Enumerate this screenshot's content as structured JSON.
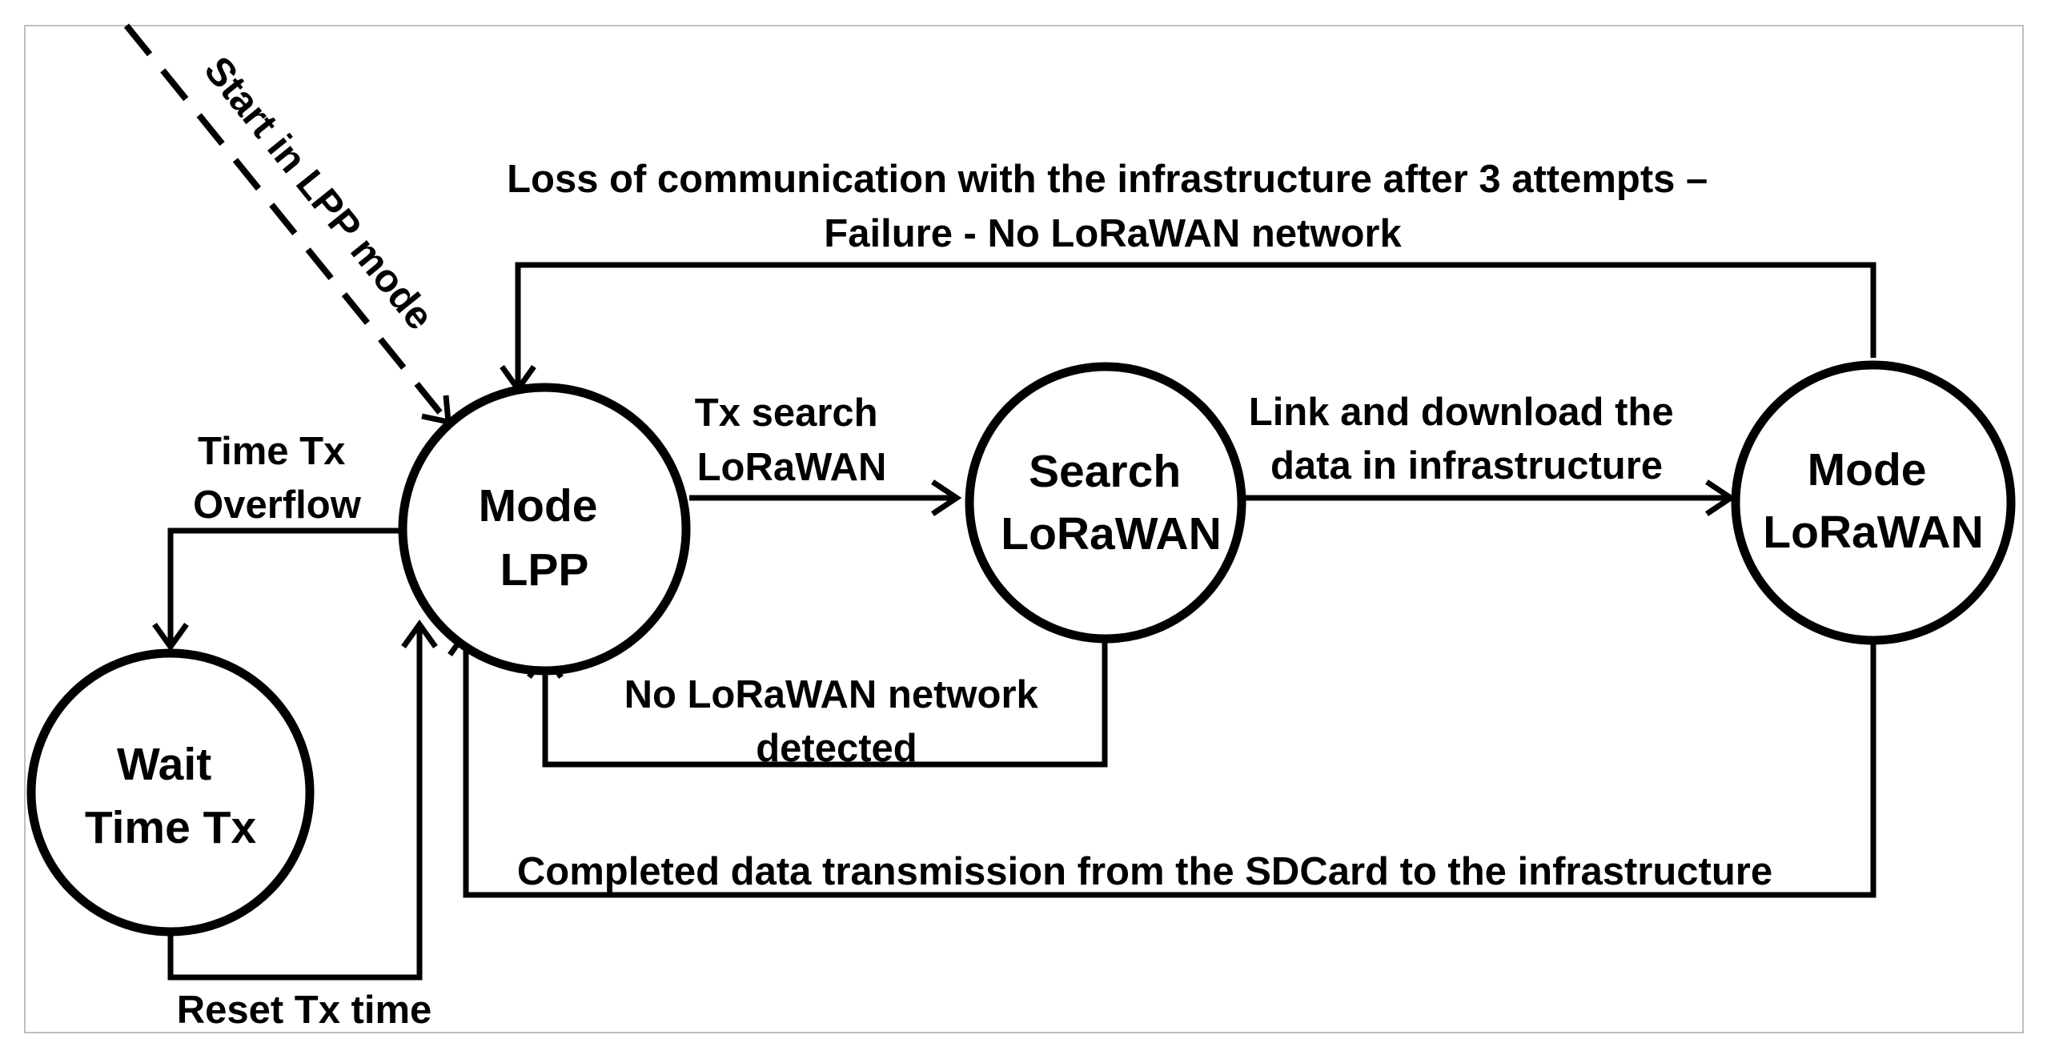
{
  "nodes": {
    "mode_lpp": [
      "Mode",
      "LPP"
    ],
    "search_lorawan": [
      "Search",
      "LoRaWAN"
    ],
    "mode_lorawan": [
      "Mode",
      "LoRaWAN"
    ],
    "wait_time_tx": [
      "Wait",
      "Time Tx"
    ]
  },
  "edges": {
    "start": "Start in LPP mode",
    "loss": [
      "Loss of communication with the infrastructure after 3 attempts –",
      "Failure - No LoRaWAN network"
    ],
    "tx_search": [
      "Tx search",
      "LoRaWAN"
    ],
    "link_download": [
      "Link and download the",
      "data in infrastructure"
    ],
    "no_network": [
      "No LoRaWAN network",
      "detected"
    ],
    "completed": "Completed data transmission from the SDCard to the infrastructure",
    "time_overflow": [
      "Time Tx",
      "Overflow"
    ],
    "reset": "Reset Tx time"
  },
  "style": {
    "line_color": "#000000",
    "frame_color": "#bfbfbf",
    "background": "#ffffff"
  }
}
